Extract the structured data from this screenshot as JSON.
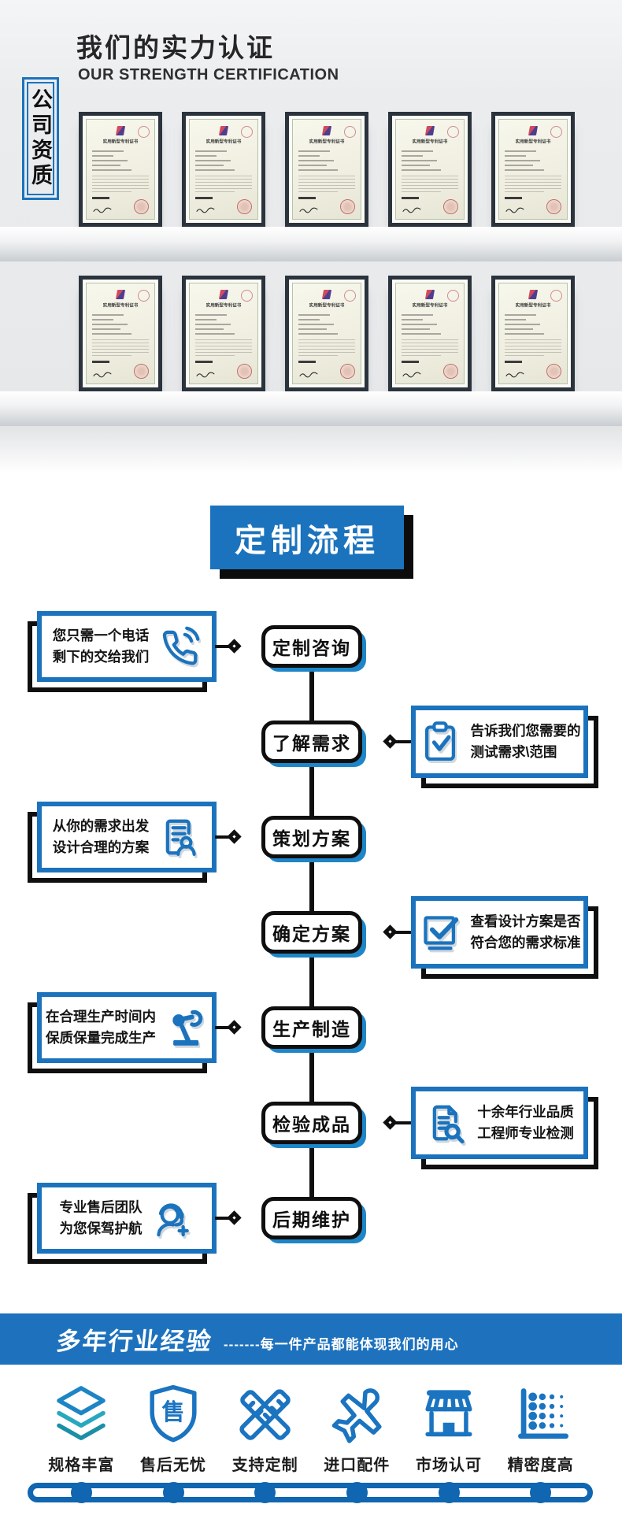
{
  "colors": {
    "primary_blue": "#1b73bd",
    "node_shadow_blue": "#1e86c8",
    "dark": "#0f0f0f",
    "band_blue": "#1e72bd",
    "timeline_blue": "#1066b0",
    "teal": "#28a8c0",
    "wall_gray": "#e9ebed"
  },
  "certification": {
    "side_label": "公司资质",
    "title": "我们的实力认证",
    "subtitle": "OUR STRENGTH CERTIFICATION",
    "certificate_title": "实用新型专利证书",
    "shelf_rows": [
      5,
      5
    ]
  },
  "process": {
    "banner": "定制流程",
    "steps": [
      {
        "node": "定制咨询",
        "side": "left",
        "icon": "phone-icon",
        "lines": [
          "您只需一个电话",
          "剩下的交给我们"
        ]
      },
      {
        "node": "了解需求",
        "side": "right",
        "icon": "clipboard-check-icon",
        "lines": [
          "告诉我们您需要的",
          "测试需求\\范围"
        ]
      },
      {
        "node": "策划方案",
        "side": "left",
        "icon": "document-person-icon",
        "lines": [
          "从你的需求出发",
          "设计合理的方案"
        ]
      },
      {
        "node": "确定方案",
        "side": "right",
        "icon": "checkbox-check-icon",
        "lines": [
          "查看设计方案是否",
          "符合您的需求标准"
        ]
      },
      {
        "node": "生产制造",
        "side": "left",
        "icon": "robot-arm-icon",
        "lines": [
          "在合理生产时间内",
          "保质保量完成生产"
        ]
      },
      {
        "node": "检验成品",
        "side": "right",
        "icon": "document-search-icon",
        "lines": [
          "十余年行业品质",
          "工程师专业检测"
        ]
      },
      {
        "node": "后期维护",
        "side": "left",
        "icon": "headset-service-icon",
        "lines": [
          "专业售后团队",
          "为您保驾护航"
        ]
      }
    ]
  },
  "experience": {
    "title": "多年行业经验",
    "subtitle": "-------每一件产品都能体现我们的用心",
    "features": [
      {
        "label": "规格丰富",
        "icon": "layers-icon"
      },
      {
        "label": "售后无忧",
        "icon": "shield-icon",
        "glyph": "售"
      },
      {
        "label": "支持定制",
        "icon": "ruler-pencil-icon"
      },
      {
        "label": "进口配件",
        "icon": "airplane-icon"
      },
      {
        "label": "市场认可",
        "icon": "storefront-icon"
      },
      {
        "label": "精密度高",
        "icon": "dot-matrix-chart-icon"
      }
    ]
  }
}
